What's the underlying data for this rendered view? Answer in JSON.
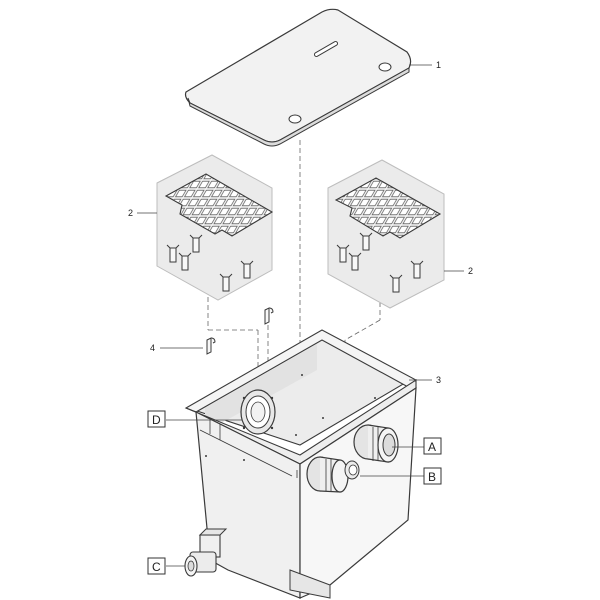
{
  "callouts": {
    "lid": "1",
    "grid_left": "2",
    "grid_right": "2",
    "housing": "3",
    "clip": "4"
  },
  "ports": {
    "a": "A",
    "b": "B",
    "c": "C",
    "d": "D"
  },
  "colors": {
    "line": "#3a3a3a",
    "fill": "#f2f2f2",
    "panel": "#ebebeb",
    "shadow": "#dcdcdc"
  }
}
